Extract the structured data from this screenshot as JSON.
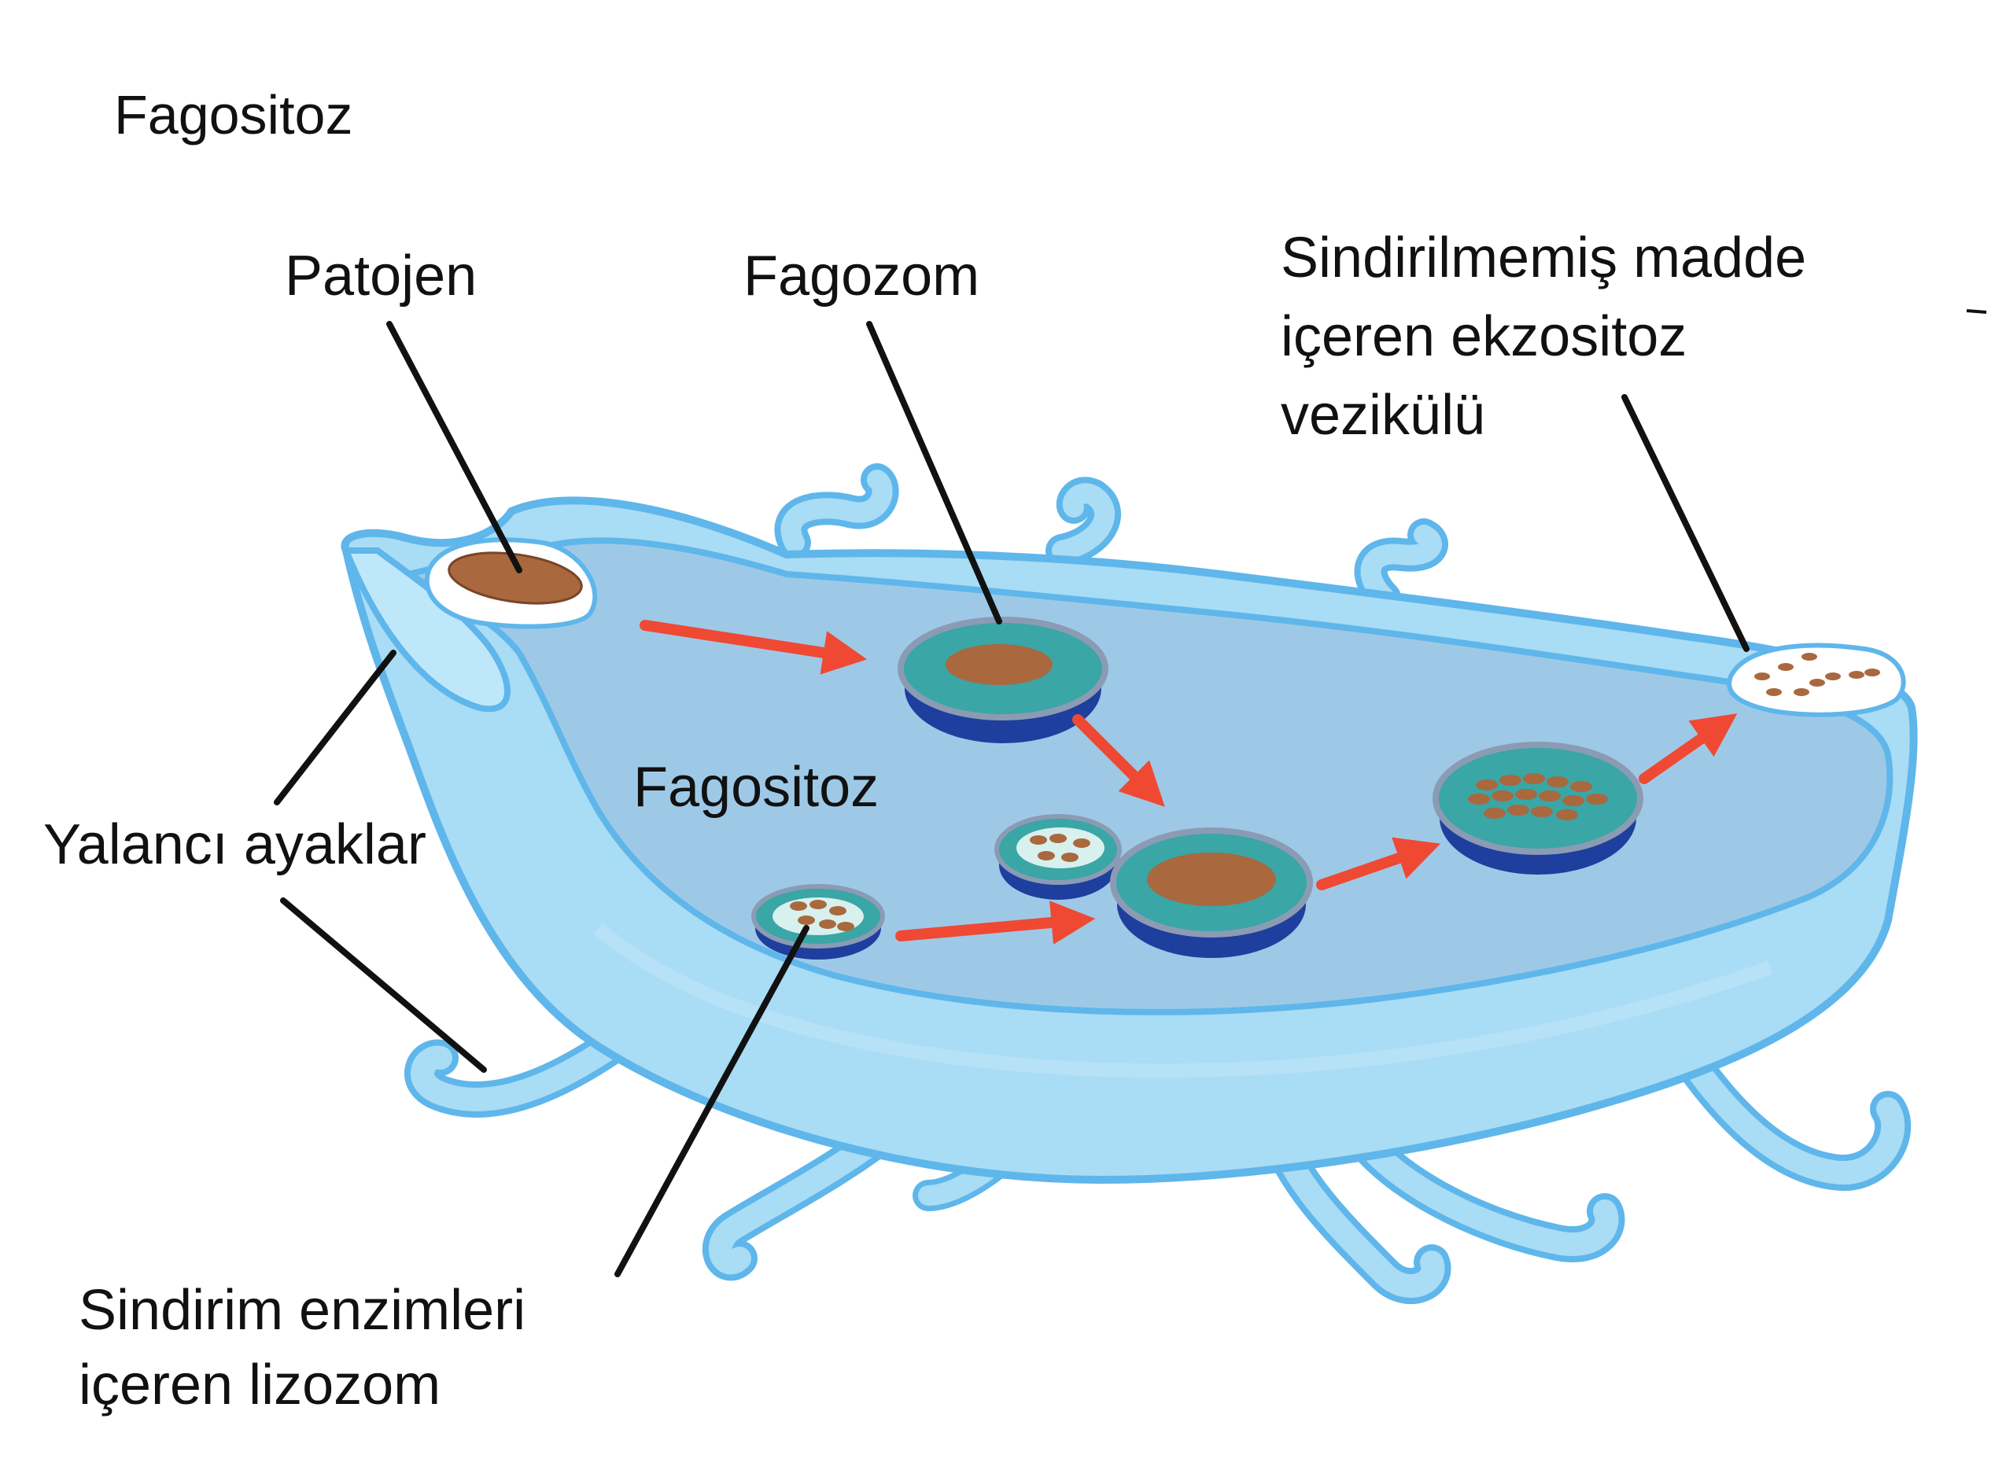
{
  "title": "Fagositoz",
  "labels": {
    "pathogen": "Patojen",
    "phagosome": "Fagozom",
    "exocytosis_line1": "Sindirilmemiş madde",
    "exocytosis_line2": "içeren ekzositoz",
    "exocytosis_line3": "vezikülü",
    "pseudopods": "Yalancı ayaklar",
    "phagocytosis": "Fagositoz",
    "lysosome_line1": "Sindirim enzimleri",
    "lysosome_line2": "içeren lizozom"
  },
  "colors": {
    "cell_outer": "#a9dcf5",
    "cell_edge": "#5fb6ea",
    "cell_top": "#9ec9e6",
    "vesicle_teal": "#3aa6a6",
    "vesicle_base": "#1f3f9e",
    "particle": "#a9683e",
    "arrow": "#ef4934",
    "leader_line": "#111111"
  }
}
